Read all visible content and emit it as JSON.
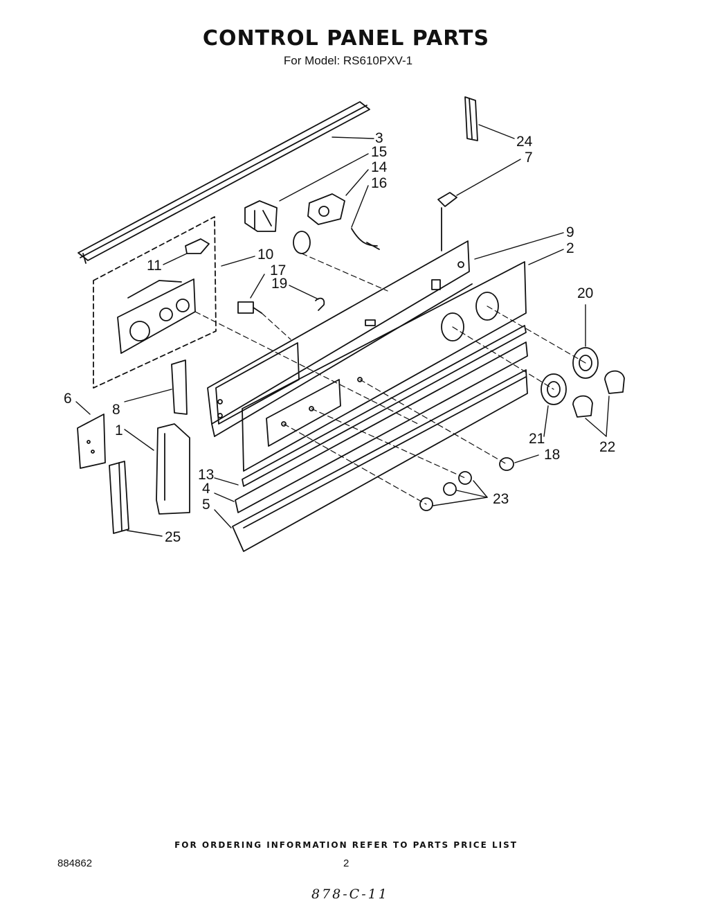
{
  "title": "CONTROL PANEL PARTS",
  "subtitle": "For Model: RS610PXV-1",
  "callouts": [
    "3",
    "15",
    "14",
    "16",
    "24",
    "7",
    "9",
    "2",
    "11",
    "10",
    "17",
    "19",
    "20",
    "6",
    "8",
    "1",
    "21",
    "18",
    "22",
    "13",
    "4",
    "5",
    "23",
    "25"
  ],
  "footer_note": "FOR ORDERING INFORMATION REFER TO PARTS PRICE LIST",
  "doc_number": "884862",
  "page_number": "2",
  "handwritten_note": "878-C-11"
}
